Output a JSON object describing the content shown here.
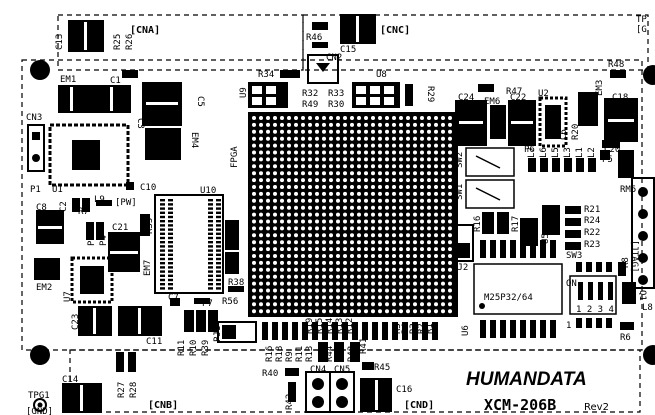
{
  "board": {
    "brand": "HUMANDATA",
    "model": "XCM-206B",
    "revision": "Rev2",
    "connectors": {
      "cna": "[CNA]",
      "cnb": "[CNB]",
      "cnc": "[CNC]",
      "cnd": "[CND]",
      "pw": "[PW]",
      "jtag": "[JTAG]",
      "gnd_bl": "[GND]",
      "gnd_tr": "[G"
    },
    "tp_labels": {
      "tpg1": "TPG1",
      "tpg_tr": "TP"
    },
    "flash_label": "M25P32/64",
    "fpga_label": "FPGA",
    "switch_label": "SW3",
    "switch_numbers": "1 2 3 4",
    "switch_on": "ON",
    "pin1_marker": "1",
    "refs": {
      "c13": "C13",
      "r25": "R25",
      "r26": "R26",
      "r46": "R46",
      "c15": "C15",
      "cn2": "CN2",
      "em1": "EM1",
      "c1": "C1",
      "c5": "C5",
      "r34": "R34",
      "u9": "U9",
      "r32": "R32",
      "r49": "R49",
      "r33": "R33",
      "r30": "R30",
      "u8": "U8",
      "r29": "R29",
      "r47": "R47",
      "c24": "C24",
      "em6": "EM6",
      "c22": "C22",
      "u2": "U2",
      "em3": "EM3",
      "c18": "C18",
      "r48": "R48",
      "cn3": "CN3",
      "c3": "C3",
      "em4": "EM4",
      "p1": "P1",
      "u1": "U1",
      "c10": "C10",
      "u10": "U10",
      "sw2": "SW2",
      "sw1": "SW1",
      "p6": "P6",
      "p5": "P5",
      "c20": "C20",
      "rm5": "RM5",
      "c8": "C8",
      "l9": "L9",
      "r7": "R7",
      "r35": "R35",
      "c21": "C21",
      "r36": "R36",
      "r16": "R16",
      "r17": "R17",
      "u5": "U5",
      "u4": "U4",
      "r21": "R21",
      "r24": "R24",
      "r22": "R22",
      "r23": "R23",
      "p3": "P3",
      "p4": "P4",
      "em2": "EM2",
      "em7": "EM7",
      "r37": "R37",
      "r38": "R38",
      "pj2": "PJ2",
      "r8": "R8",
      "q1": "Q1",
      "l8": "L8",
      "u7": "U7",
      "c7": "C7",
      "p7": "P7",
      "r56": "R56",
      "c23": "C23",
      "c11": "C11",
      "r11": "R11",
      "r10": "R10",
      "r39": "R39",
      "pj1": "PJ1",
      "u6": "U6",
      "r6": "R6",
      "c2": "C2",
      "r19": "R19",
      "r15": "R15",
      "r14": "R14",
      "r13": "R13",
      "r12": "R12",
      "r5": "R5",
      "r4": "R4",
      "r3": "R3",
      "r2": "R2",
      "r1": "R1",
      "r16b": "R16",
      "r18": "R18",
      "r9": "R9",
      "r11b": "R11",
      "r13b": "R13",
      "r44": "R44",
      "r43": "R43",
      "r40": "R40",
      "cn4": "CN4",
      "cn5": "CN5",
      "r45": "R45",
      "c16": "C16",
      "c14": "C14",
      "r27": "R27",
      "r28": "R28",
      "r42": "R42",
      "r41": "R41",
      "l7": "L7",
      "l6": "L6",
      "l5": "L5",
      "l3": "L3",
      "l1": "L1",
      "l2": "L2",
      "c6": "C6",
      "r20": "R20"
    },
    "colors": {
      "ink": "#000000",
      "paper": "#ffffff",
      "pad": "#ffffff"
    }
  }
}
